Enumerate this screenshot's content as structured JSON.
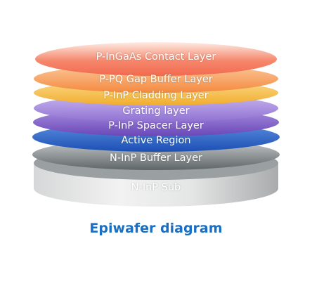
{
  "diagram": {
    "caption": "Epiwafer diagram",
    "layers": [
      {
        "id": "contact",
        "label": "P-InGaAs Contact Layer",
        "color": "#f26a4f"
      },
      {
        "id": "gap",
        "label": "P-PQ Gap Buffer Layer",
        "color": "#f59a4e"
      },
      {
        "id": "cladding",
        "label": "P-InP Cladding Layer",
        "color": "#f7bf45"
      },
      {
        "id": "grating",
        "label": "Grating layer",
        "color": "#9b7fd8"
      },
      {
        "id": "spacer",
        "label": "P-InP Spacer Layer",
        "color": "#7f5fc2"
      },
      {
        "id": "active",
        "label": "Active Region",
        "color": "#2a63c9"
      },
      {
        "id": "buffer",
        "label": "N-InP Buffer Layer",
        "color": "#7d8588"
      },
      {
        "id": "substrate",
        "label": "N-InP Sub",
        "color": "#b5b7b8"
      }
    ]
  }
}
